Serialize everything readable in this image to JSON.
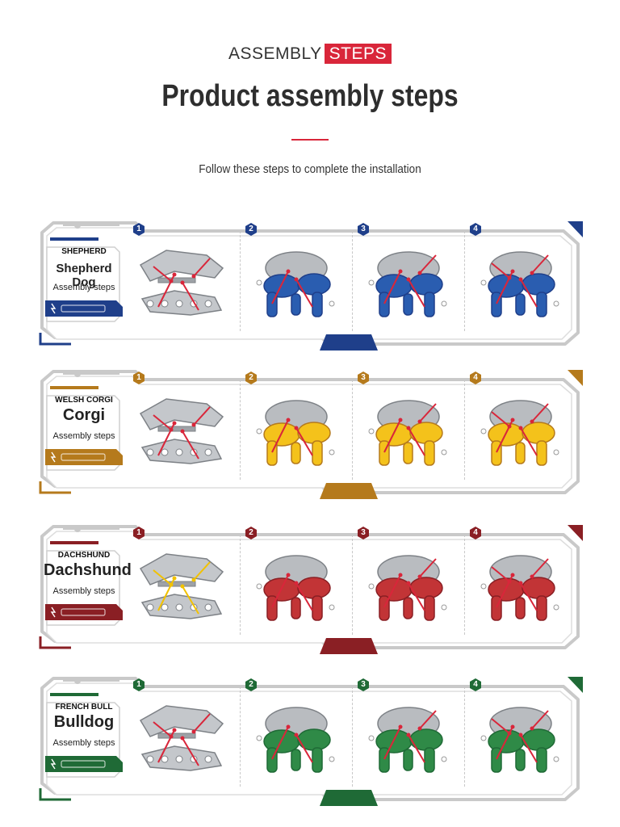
{
  "header": {
    "tag_prefix": "ASSEMBLY",
    "tag_highlight": "STEPS",
    "title": "Product assembly steps",
    "subtitle": "Follow these steps to complete the installation"
  },
  "colors": {
    "accent_red": "#d9263a",
    "frame_gray": "#c9c9c9",
    "part_gray": "#b9bcc0"
  },
  "panels": [
    {
      "id": "shepherd",
      "accent": "#2a5db0",
      "accent_dark": "#1f3f8a",
      "label_top": "SHEPHERD",
      "label_name": "Shepherd Dog",
      "label_sub": "Assembly steps",
      "steps": [
        {
          "number": "1"
        },
        {
          "number": "2"
        },
        {
          "number": "3"
        },
        {
          "number": "4"
        }
      ]
    },
    {
      "id": "corgi",
      "accent": "#f4c21b",
      "accent_dark": "#b57a1c",
      "label_top": "WELSH CORGI",
      "label_name": "Corgi",
      "label_sub": "Assembly steps",
      "steps": [
        {
          "number": "1"
        },
        {
          "number": "2"
        },
        {
          "number": "3"
        },
        {
          "number": "4"
        }
      ]
    },
    {
      "id": "dachshund",
      "accent": "#c23436",
      "accent_dark": "#8a1f24",
      "label_top": "DACHSHUND",
      "label_name": "Dachshund",
      "label_sub": "Assembly steps",
      "steps": [
        {
          "number": "1"
        },
        {
          "number": "2"
        },
        {
          "number": "3"
        },
        {
          "number": "4"
        }
      ]
    },
    {
      "id": "bulldog",
      "accent": "#2f8a47",
      "accent_dark": "#1f6a36",
      "label_top": "FRENCH BULL",
      "label_name": "Bulldog",
      "label_sub": "Assembly steps",
      "steps": [
        {
          "number": "1"
        },
        {
          "number": "2"
        },
        {
          "number": "3"
        },
        {
          "number": "4"
        }
      ]
    }
  ]
}
